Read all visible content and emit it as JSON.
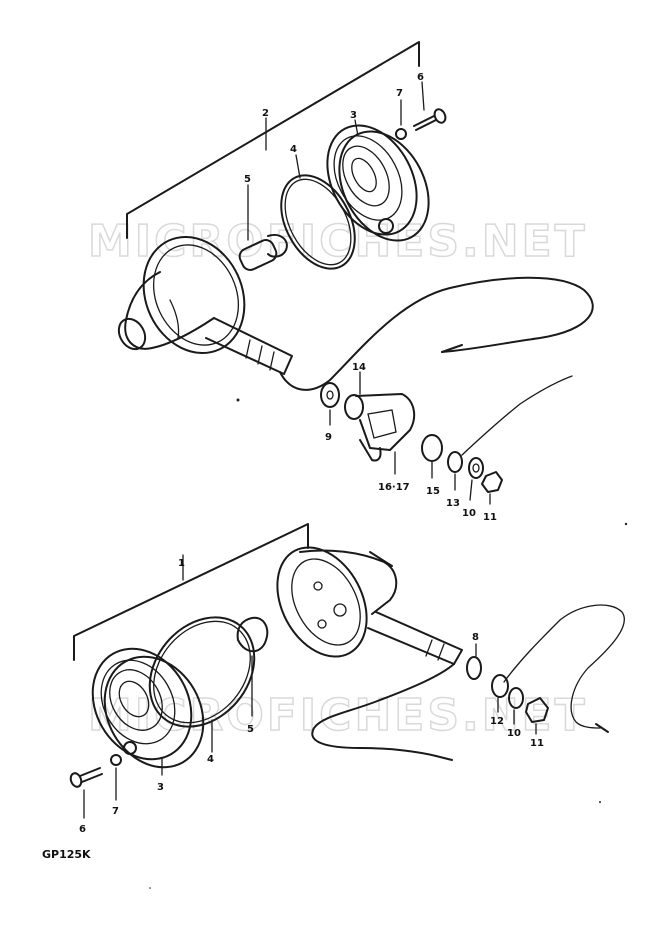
{
  "watermark": "MICROFICHES.NET",
  "model_code": "GP125K",
  "callouts": {
    "a1": "1",
    "a2": "2",
    "a3": "3",
    "a4": "4",
    "a5": "5",
    "a6": "6",
    "a7": "7",
    "a9": "9",
    "a14": "14",
    "a1617": "16·17",
    "a15": "15",
    "a13": "13",
    "a10": "10",
    "a11": "11",
    "b3": "3",
    "b4": "4",
    "b5": "5",
    "b6": "6",
    "b7": "7",
    "b8": "8",
    "b12": "12",
    "b10": "10",
    "b11": "11"
  }
}
